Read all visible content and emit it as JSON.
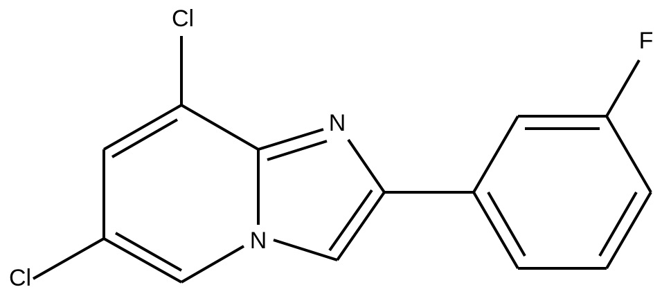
{
  "diagram": {
    "type": "chemical-structure",
    "atom_labels": {
      "cl_top": "Cl",
      "cl_bottom": "Cl",
      "n_imidazole": "N",
      "n_bridge": "N",
      "fluorine": "F"
    },
    "colors": {
      "bond": "#000000",
      "label": "#000000",
      "background": "#ffffff"
    }
  }
}
